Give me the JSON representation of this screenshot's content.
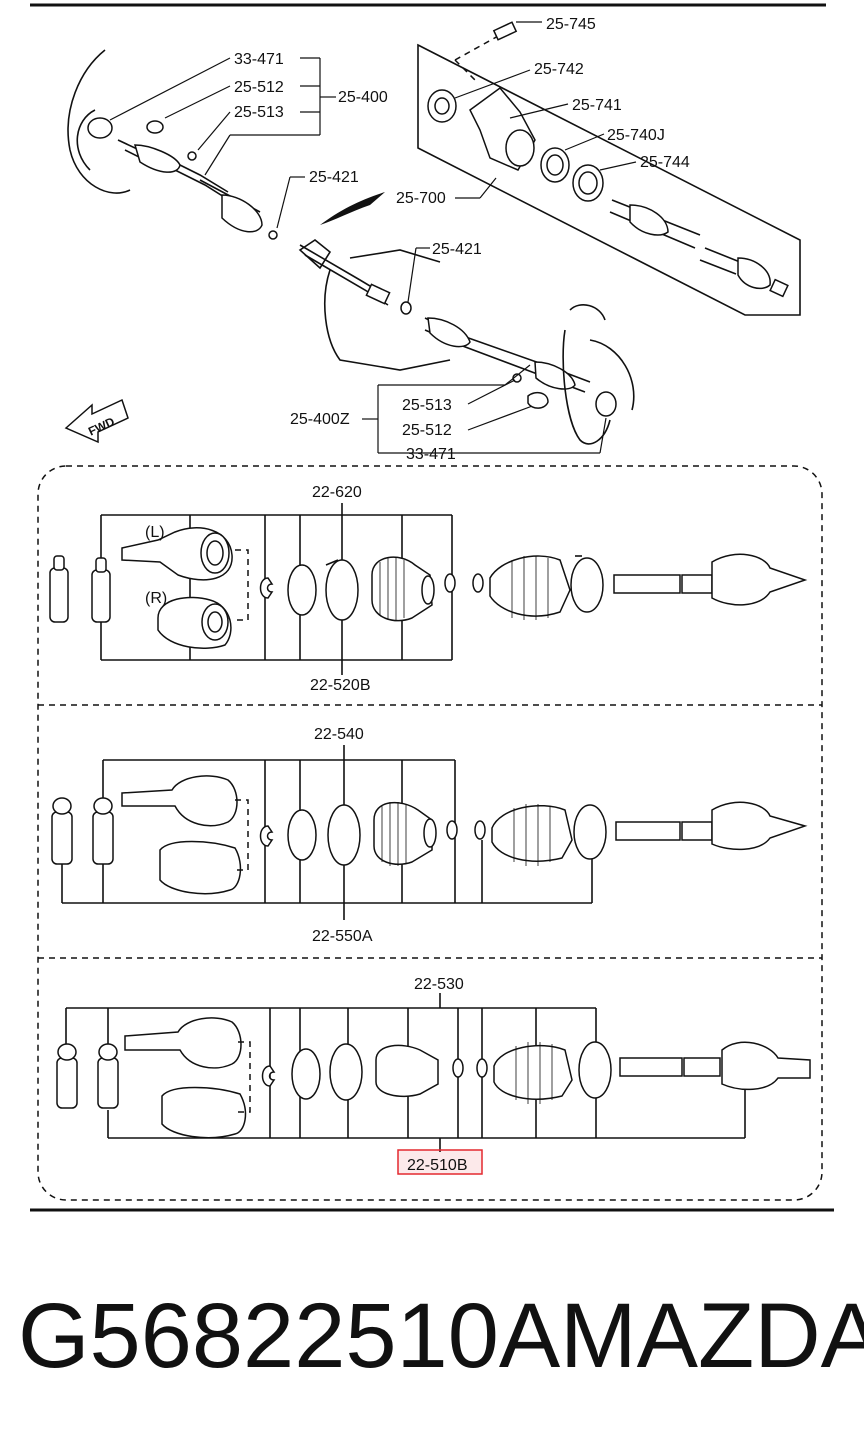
{
  "top": {
    "callouts": [
      "25-745",
      "25-742",
      "25-741",
      "25-740J",
      "25-744",
      "25-700",
      "33-471",
      "25-512",
      "25-513",
      "25-400",
      "25-421",
      "25-421",
      "25-513",
      "25-400Z",
      "25-512",
      "33-471"
    ],
    "fwd": "FWD"
  },
  "panel1": {
    "top_label": "22-620",
    "bottom_label": "22-520B",
    "left_tag": "(L)",
    "right_tag": "(R)"
  },
  "panel2": {
    "top_label": "22-540",
    "bottom_label": "22-550A"
  },
  "panel3": {
    "top_label": "22-530",
    "highlighted_label": "22-510B"
  },
  "highlight_color": "#e4292f",
  "footer": {
    "part_number": "G56822510A",
    "brand": "MAZDA"
  }
}
